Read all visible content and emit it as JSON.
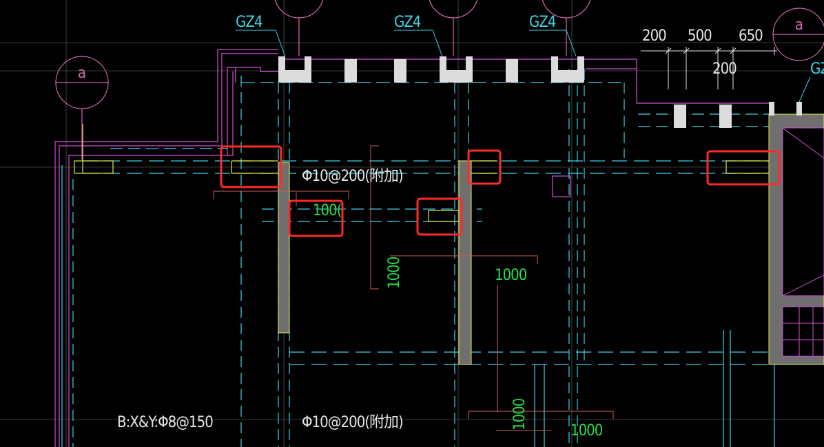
{
  "colors": {
    "background": "#000000",
    "wall_cyan": "#3fd4e6",
    "magenta": "#d64fd6",
    "yellow": "#e8e84a",
    "white": "#e6e6e6",
    "green": "#27e04a",
    "column_fill": "#dcdcdc",
    "wall_fill": "#6f6f6f",
    "highlight_red": "#ff2a2a",
    "axis_pink": "#d66bb0"
  },
  "column_tags": [
    "GZ4",
    "GZ4",
    "GZ4",
    "GZ"
  ],
  "axis_bubbles": [
    "a",
    "a"
  ],
  "dimensions": {
    "top_row": [
      "200",
      "500",
      "650"
    ],
    "second_row": "200"
  },
  "rebar_notes": {
    "additional_upper": "Φ10@200(附加)",
    "additional_lower": "Φ10@200(附加)",
    "slab_bottom": "B:X&Y:Φ8@150"
  },
  "lengths": {
    "partial": "100(",
    "vertical_mid": "1000",
    "horizontal_mid": "1000",
    "vertical_bottom": "1000",
    "horizontal_bottom": "1000"
  }
}
